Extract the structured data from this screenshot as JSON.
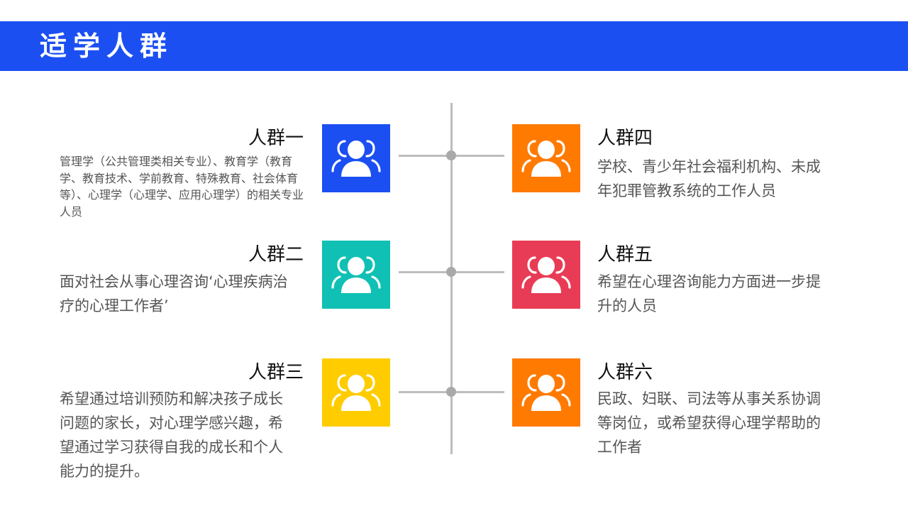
{
  "header": {
    "title": "适学人群",
    "background_color": "#1b4ff2"
  },
  "groups": [
    {
      "title": "人群一",
      "description": "管理学（公共管理类相关专业）、教育学（教育学、教育技术、学前教育、特殊教育、社会体育等）、心理学（心理学、应用心理学）的相关专业人员",
      "icon": "people-group-icon",
      "color": "#1b4ff2"
    },
    {
      "title": "人群二",
      "description": "面对社会从事心理咨询‘心理疾病治疗的心理工作者’",
      "icon": "people-group-icon",
      "color": "#10c0b4"
    },
    {
      "title": "人群三",
      "description": "希望通过培训预防和解决孩子成长问题的家长，对心理学感兴趣，希望通过学习获得自我的成长和个人能力的提升。",
      "icon": "people-group-icon",
      "color": "#ffcc00"
    },
    {
      "title": "人群四",
      "description": "学校、青少年社会福利机构、未成年犯罪管教系统的工作人员",
      "icon": "people-group-icon",
      "color": "#ff7a00"
    },
    {
      "title": "人群五",
      "description": "希望在心理咨询能力方面进一步提升的人员",
      "icon": "people-group-icon",
      "color": "#e83c56"
    },
    {
      "title": "人群六",
      "description": "民政、妇联、司法等从事关系协调等岗位，或希望获得心理学帮助的工作者",
      "icon": "people-group-icon",
      "color": "#ff7a00"
    }
  ]
}
